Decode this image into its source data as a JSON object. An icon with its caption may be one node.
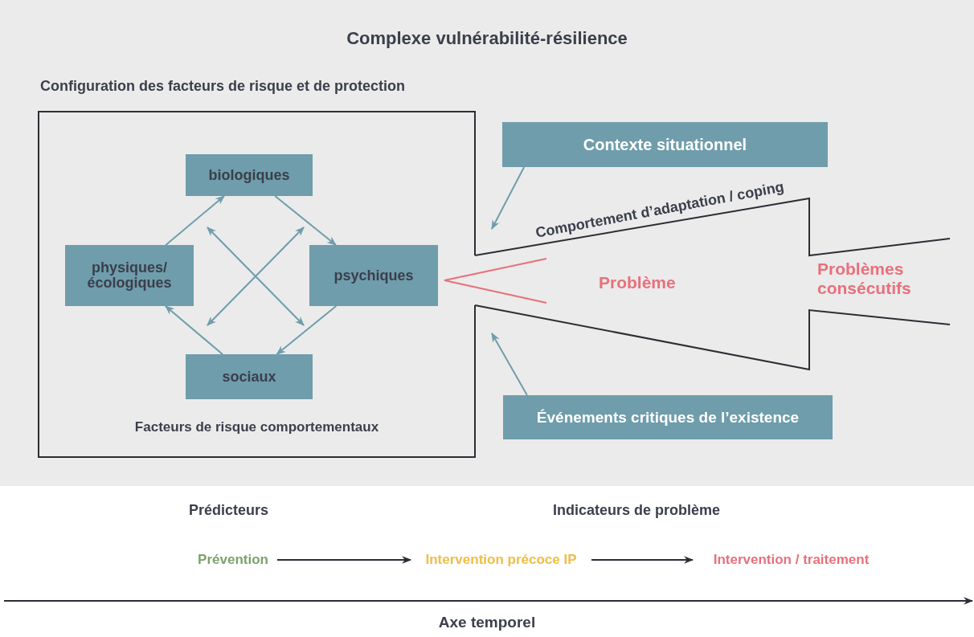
{
  "diagram": {
    "title": "Complexe vulnérabilité-résilience",
    "nodes": [
      {
        "text": [
          "Configuration des facteurs de risque et de protection",
          "Facteurs de risque comportementaux"
        ]
      },
      {
        "text": [
          "biologiques"
        ],
        "in": 0
      },
      {
        "text": [
          "physiques/ écologiques"
        ],
        "in": 0
      },
      {
        "text": [
          "psychiques"
        ],
        "in": 0
      },
      {
        "text": [
          "sociaux"
        ],
        "in": 0
      },
      {
        "text": [
          "Contexte situationnel"
        ]
      },
      {
        "text": [
          "Événements critiques de l’existence"
        ]
      },
      {
        "text": [
          "Comportement d’adaptation / coping",
          "Problème",
          "Problèmes consécutifs"
        ]
      },
      {
        "text": [
          "Prévention"
        ]
      },
      {
        "text": [
          "Intervention précoce IP"
        ]
      },
      {
        "text": [
          "Intervention / traitement"
        ]
      }
    ],
    "edges": [
      {
        "from": 2,
        "to": 1,
        "arrow": "to"
      },
      {
        "from": 1,
        "to": 3,
        "arrow": "to"
      },
      {
        "from": 3,
        "to": 4,
        "arrow": "to"
      },
      {
        "from": 4,
        "to": 2,
        "arrow": "to"
      },
      {
        "from": 5,
        "to": 7,
        "arrow": "to"
      },
      {
        "from": 6,
        "to": 7,
        "arrow": "to"
      },
      {
        "from": 8,
        "to": 9,
        "arrow": "to",
        "color": "#2d2d35"
      },
      {
        "from": 9,
        "to": 10,
        "arrow": "to",
        "color": "#2d2d35"
      }
    ],
    "labels": [
      "Prédicteurs",
      "Indicateurs de problème",
      "Axe temporel"
    ]
  }
}
